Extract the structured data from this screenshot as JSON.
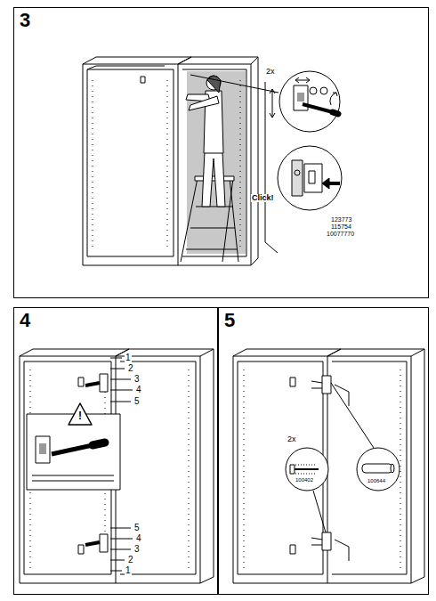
{
  "diagram": {
    "nodes": [
      {
        "text": [
          "3"
        ]
      },
      {
        "text": [
          "4"
        ]
      },
      {
        "text": [
          "5"
        ]
      }
    ],
    "labels": [
      "2x",
      "Click!",
      "123773",
      "115754",
      "10077770",
      "!",
      "1",
      "2",
      "3",
      "4",
      "5",
      "5",
      "4",
      "3",
      "2",
      "1",
      "2x",
      "100402",
      "100644"
    ]
  }
}
